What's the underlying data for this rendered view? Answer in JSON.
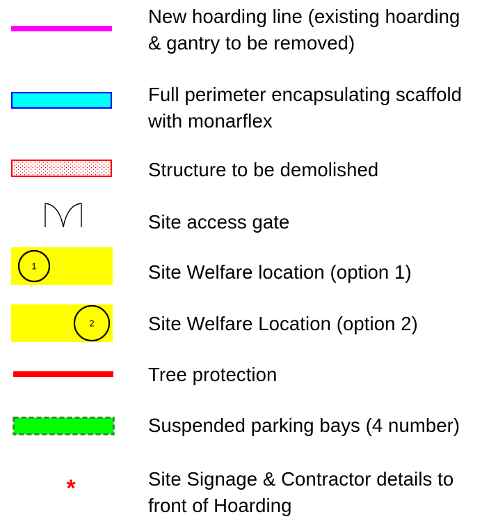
{
  "colors": {
    "hoarding": "#ff00ff",
    "scaffold_fill": "#00ffff",
    "scaffold_border": "#0000ff",
    "demolish_border": "#ff0000",
    "demolish_dots": "#ff0000",
    "welfare_fill": "#ffff00",
    "tree": "#ff0000",
    "parking_fill": "#00ff00",
    "parking_border": "#008000",
    "signage": "#ff0000"
  },
  "legend": [
    {
      "icon": "magenta-line",
      "label_line1": "New hoarding line (existing hoarding",
      "label_line2": "& gantry to be removed)"
    },
    {
      "icon": "cyan-box",
      "label_line1": "Full perimeter encapsulating scaffold",
      "label_line2": "with monarflex"
    },
    {
      "icon": "dotted-red-box",
      "label_line1": "Structure to be demolished"
    },
    {
      "icon": "gate-icon",
      "label_line1": "Site access gate"
    },
    {
      "icon": "yellow-circle-1",
      "badge": "1",
      "label_line1": "Site Welfare location (option 1)"
    },
    {
      "icon": "yellow-circle-2",
      "badge": "2",
      "label_line1": "Site Welfare Location (option 2)"
    },
    {
      "icon": "red-line",
      "label_line1": "Tree protection"
    },
    {
      "icon": "green-dashed-box",
      "label_line1": "Suspended parking bays (4 number)"
    },
    {
      "icon": "asterisk",
      "symbol": "*",
      "label_line1": "Site Signage & Contractor details to",
      "label_line2": "front of Hoarding"
    }
  ]
}
